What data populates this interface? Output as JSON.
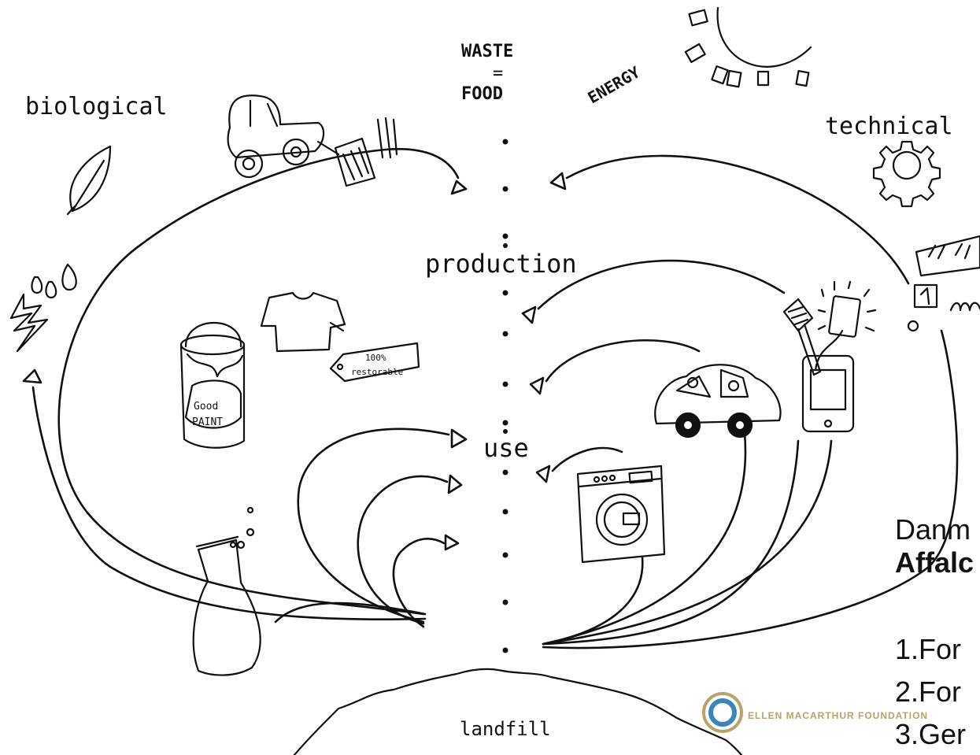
{
  "labels": {
    "biological": "biological",
    "technical": "technical",
    "waste": "WASTE",
    "equals": "=",
    "food": "FOOD",
    "energy": "ENERGY",
    "production": "production",
    "use": "use",
    "landfill": "landfill",
    "tag_line1": "100%",
    "tag_line2": "restorable",
    "paint_line1": "Good",
    "paint_line2": "PAINT"
  },
  "logo": {
    "text": "ELLEN MACARTHUR FOUNDATION",
    "color": "#b8a36a",
    "ring_color": "#3a86b8"
  },
  "side_text": {
    "line1": "Danm",
    "line2": "Affalc",
    "item1": "1.For",
    "item2": "2.For",
    "item3": "3.Ger"
  }
}
